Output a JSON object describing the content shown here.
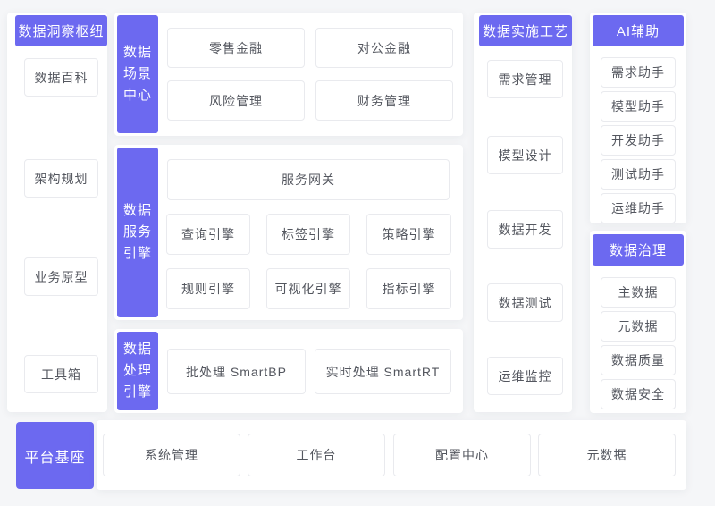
{
  "palette": {
    "purple": "#6c69f0",
    "page-bg": "#f5f6f8",
    "card-bg": "#ffffff",
    "box-border": "#e9eaee",
    "box-text": "#54575f"
  },
  "insight_hub": {
    "title": "数据洞察枢纽",
    "items": [
      "数据百科",
      "架构规划",
      "业务原型",
      "工具箱"
    ]
  },
  "scene_center": {
    "title": "数据场景中心",
    "items": [
      "零售金融",
      "对公金融",
      "风险管理",
      "财务管理"
    ]
  },
  "service_engine": {
    "title": "数据服务引擎",
    "gateway": "服务网关",
    "items": [
      "查询引擎",
      "标签引擎",
      "策略引擎",
      "规则引擎",
      "可视化引擎",
      "指标引擎"
    ]
  },
  "processing_engine": {
    "title": "数据处理引擎",
    "items": [
      "批处理 SmartBP",
      "实时处理 SmartRT"
    ]
  },
  "implementation": {
    "title": "数据实施工艺",
    "items": [
      "需求管理",
      "模型设计",
      "数据开发",
      "数据测试",
      "运维监控"
    ]
  },
  "ai_assist": {
    "title": "AI辅助",
    "items": [
      "需求助手",
      "模型助手",
      "开发助手",
      "测试助手",
      "运维助手"
    ]
  },
  "governance": {
    "title": "数据治理",
    "items": [
      "主数据",
      "元数据",
      "数据质量",
      "数据安全"
    ]
  },
  "platform_base": {
    "title": "平台基座",
    "items": [
      "系统管理",
      "工作台",
      "配置中心",
      "元数据"
    ]
  }
}
